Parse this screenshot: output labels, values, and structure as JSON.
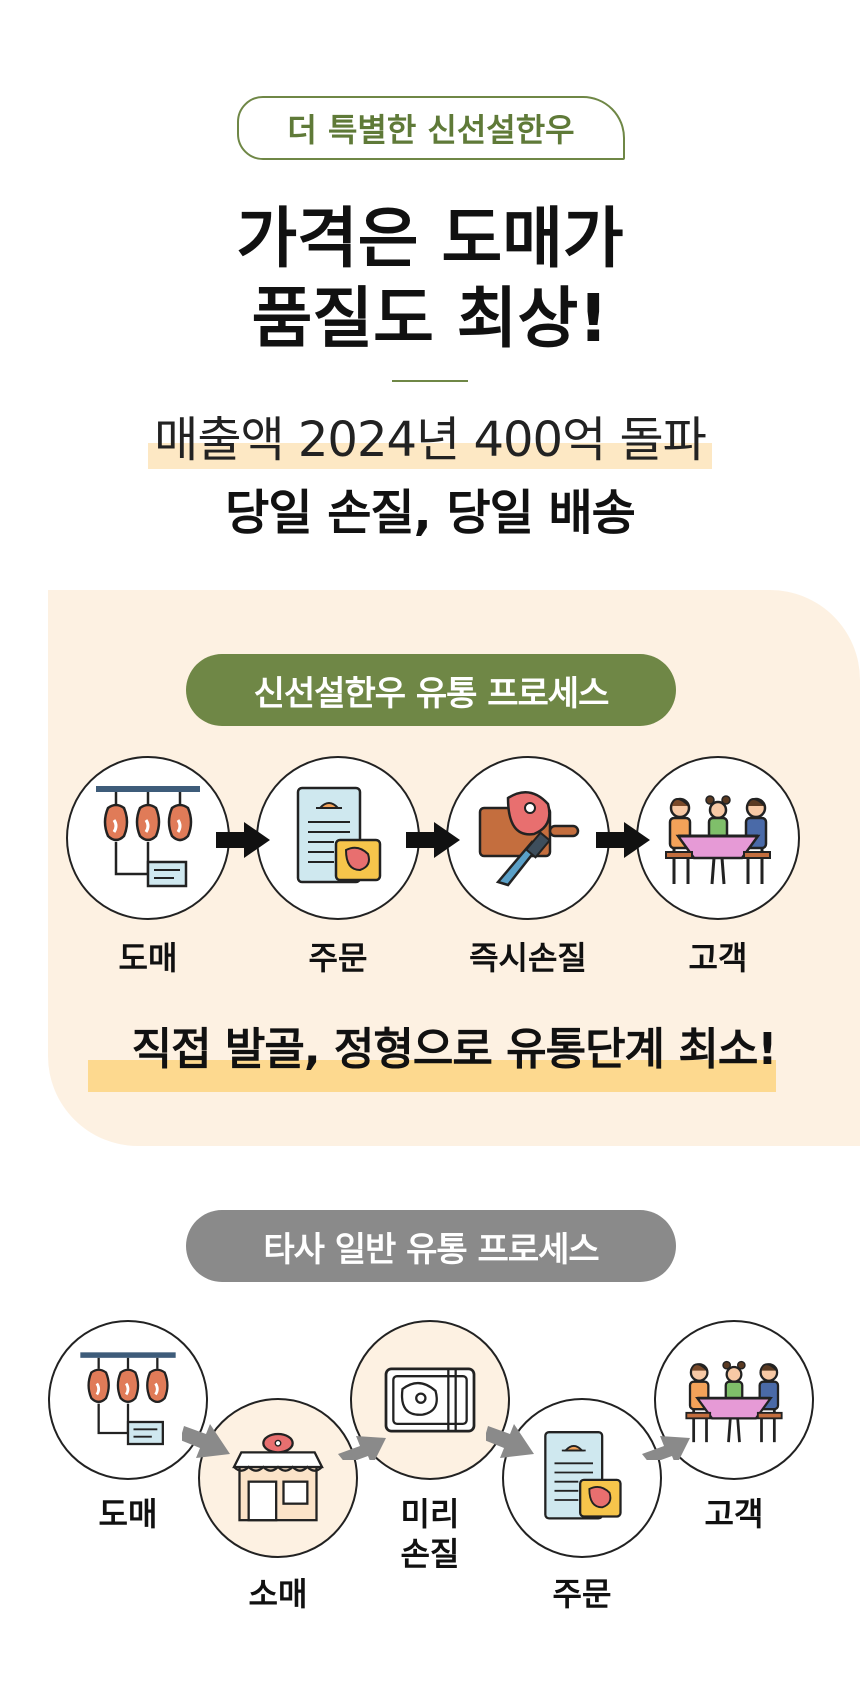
{
  "header": {
    "badge": "더 특별한 신선설한우",
    "headline_line1": "가격은 도매가",
    "headline_line2": "품질도 최상!",
    "sub_line1": "매출액 2024년 400억 돌파",
    "sub_line2": "당일 손질, 당일 배송"
  },
  "our_process": {
    "title": "신선설한우 유통 프로세스",
    "steps": [
      {
        "label": "도매",
        "icon": "hanging-meat-icon"
      },
      {
        "label": "주문",
        "icon": "order-sheet-icon"
      },
      {
        "label": "즉시손질",
        "icon": "butcher-board-icon"
      },
      {
        "label": "고객",
        "icon": "family-dinner-icon"
      }
    ],
    "emphasis": "직접 발골, 정형으로 유통단계 최소!"
  },
  "other_process": {
    "title": "타사 일반 유통 프로세스",
    "steps": [
      {
        "label": "도매",
        "icon": "hanging-meat-icon"
      },
      {
        "label": "소매",
        "icon": "butcher-shop-icon"
      },
      {
        "label": "미리\n손질",
        "icon": "packaged-meat-icon"
      },
      {
        "label": "주문",
        "icon": "order-sheet-icon"
      },
      {
        "label": "고객",
        "icon": "family-dinner-icon"
      }
    ]
  },
  "colors": {
    "brand_green": "#6f8746",
    "panel_beige": "#fdf1e2",
    "highlight_yellow": "#fdd98f",
    "grey": "#8a8a8a"
  }
}
